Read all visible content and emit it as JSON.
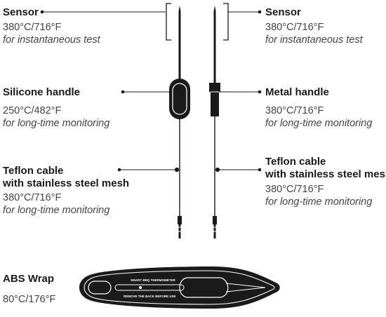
{
  "left": {
    "sensor": {
      "title": "Sensor",
      "temp": "380°C/716°F",
      "use": "for instantaneous test"
    },
    "handle": {
      "title": "Silicone handle",
      "temp": "250°C/482°F",
      "use": "for long-time monitoring"
    },
    "cable": {
      "title_1": "Teflon cable",
      "title_2": "with stainless steel mesh",
      "temp": "380°C/716°F",
      "use": "for long-time monitoring"
    }
  },
  "right": {
    "sensor": {
      "title": "Sensor",
      "temp": "380°C/716°F",
      "use": "for instantaneous test"
    },
    "handle": {
      "title": "Metal handle",
      "temp": "380°C/716°F",
      "use": "for long-time monitoring"
    },
    "cable": {
      "title_1": "Teflon cable",
      "title_2": "with stainless steel mesh",
      "temp": "380°C/716°F",
      "use": "for long-time monitoring"
    }
  },
  "wrap": {
    "title": "ABS Wrap",
    "temp": "80°C/176°F",
    "print_top": "SMART BBQ THERMOMETER",
    "print_bottom": "REMOVE THE BACK BEFORE USE"
  },
  "colors": {
    "line": "#1a1a1a",
    "text": "#1a1a1a",
    "spec": "#444444"
  }
}
